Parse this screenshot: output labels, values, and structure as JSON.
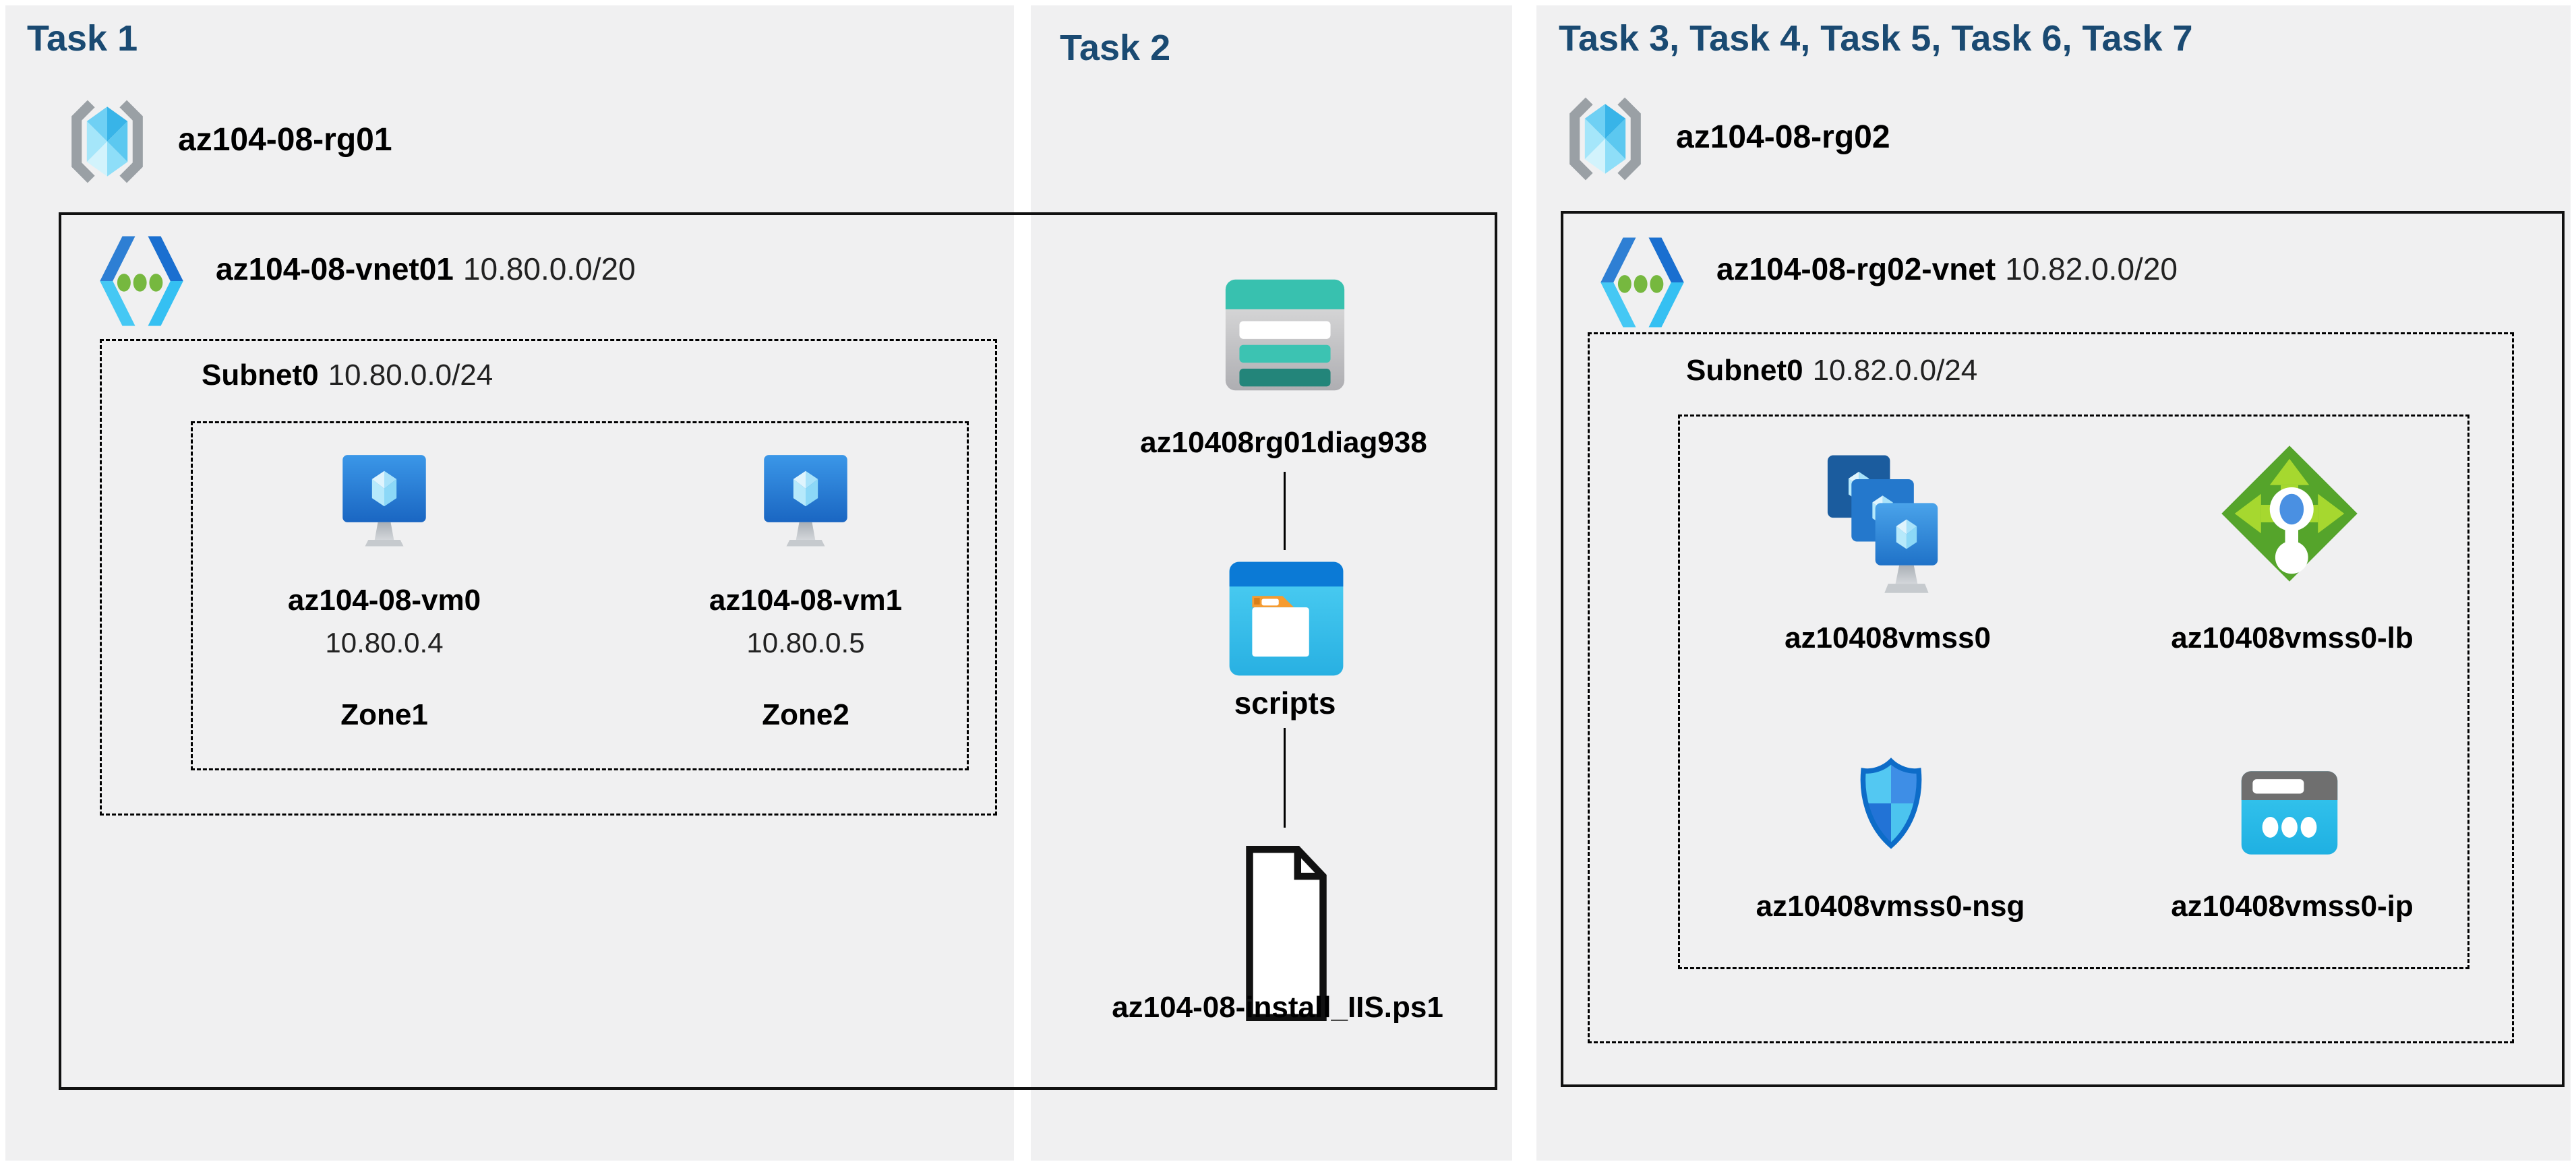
{
  "panels": {
    "task1": {
      "title": "Task 1",
      "resource_group": {
        "name": "az104-08-rg01"
      },
      "vnet": {
        "name": "az104-08-vnet01",
        "cidr": "10.80.0.0/20"
      },
      "subnet": {
        "name": "Subnet0",
        "cidr": "10.80.0.0/24"
      },
      "vms": [
        {
          "name": "az104-08-vm0",
          "ip": "10.80.0.4",
          "zone": "Zone1"
        },
        {
          "name": "az104-08-vm1",
          "ip": "10.80.0.5",
          "zone": "Zone2"
        }
      ]
    },
    "task2": {
      "title": "Task 2",
      "storage_account": "az10408rg01diag938",
      "container": "scripts",
      "script_file": "az104-08-install_IIS.ps1"
    },
    "task3": {
      "title": "Task 3, Task 4, Task 5, Task 6, Task 7",
      "resource_group": {
        "name": "az104-08-rg02"
      },
      "vnet": {
        "name": "az104-08-rg02-vnet",
        "cidr": "10.82.0.0/20"
      },
      "subnet": {
        "name": "Subnet0",
        "cidr": "10.82.0.0/24"
      },
      "resources": [
        {
          "name": "az10408vmss0",
          "type": "vm-scale-set"
        },
        {
          "name": "az10408vmss0-lb",
          "type": "load-balancer"
        },
        {
          "name": "az10408vmss0-nsg",
          "type": "network-security-group"
        },
        {
          "name": "az10408vmss0-ip",
          "type": "public-ip"
        }
      ]
    }
  },
  "colors": {
    "panel_bg": "#f0f0f1",
    "task_header_blue": "#1a4a72",
    "storage_teal": "#38c1af",
    "container_blue": "#0b7ad6",
    "vm_screen_blue": "#2e86dc",
    "load_balancer_green": "#55a42b",
    "nsg_shield_blue": "#2273d6",
    "public_ip_cyan": "#2cc0ea",
    "vnet_dot_green": "#76b83f"
  }
}
